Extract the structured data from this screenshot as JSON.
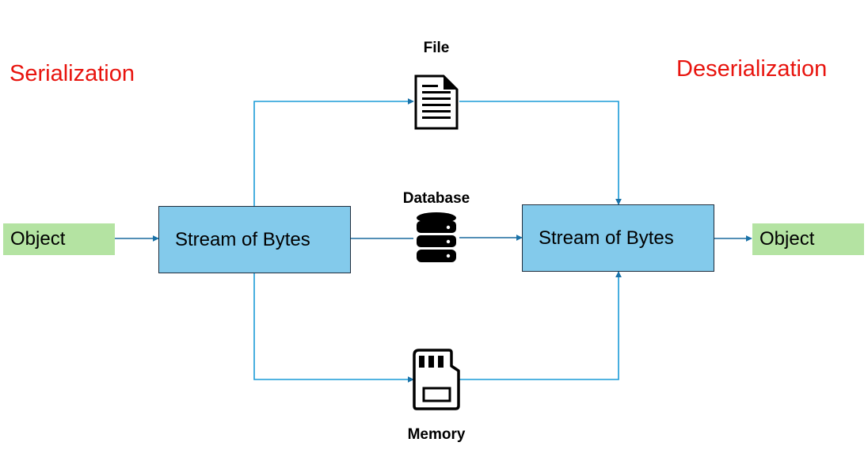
{
  "headings": {
    "left": "Serialization",
    "right": "Deserialization",
    "color": "#e8140e"
  },
  "nodes": {
    "object_in": "Object",
    "stream_left": "Stream of Bytes",
    "stream_right": "Stream of Bytes",
    "object_out": "Object"
  },
  "storage": {
    "file": {
      "label": "File",
      "icon": "file-document-icon"
    },
    "database": {
      "label": "Database",
      "icon": "database-icon"
    },
    "memory": {
      "label": "Memory",
      "icon": "memory-card-icon"
    }
  },
  "colors": {
    "object_fill": "#b4e3a2",
    "stream_fill": "#83caeb",
    "connector": "#1a9bd7"
  }
}
